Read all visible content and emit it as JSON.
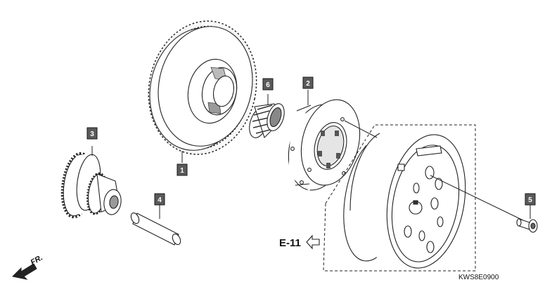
{
  "diagram": {
    "callouts": [
      "1",
      "2",
      "3",
      "4",
      "5",
      "6"
    ],
    "reference": "E-11",
    "front_label": "FR.",
    "drawing_code": "KWS8E0900"
  },
  "colors": {
    "line": "#222222",
    "callout_fill": "#5a5a5a",
    "callout_border": "#1a1a1a",
    "background": "#ffffff"
  },
  "icons": {
    "front_arrow": "front-direction-arrow-icon",
    "reference_arrow": "left-outline-arrow-icon"
  }
}
